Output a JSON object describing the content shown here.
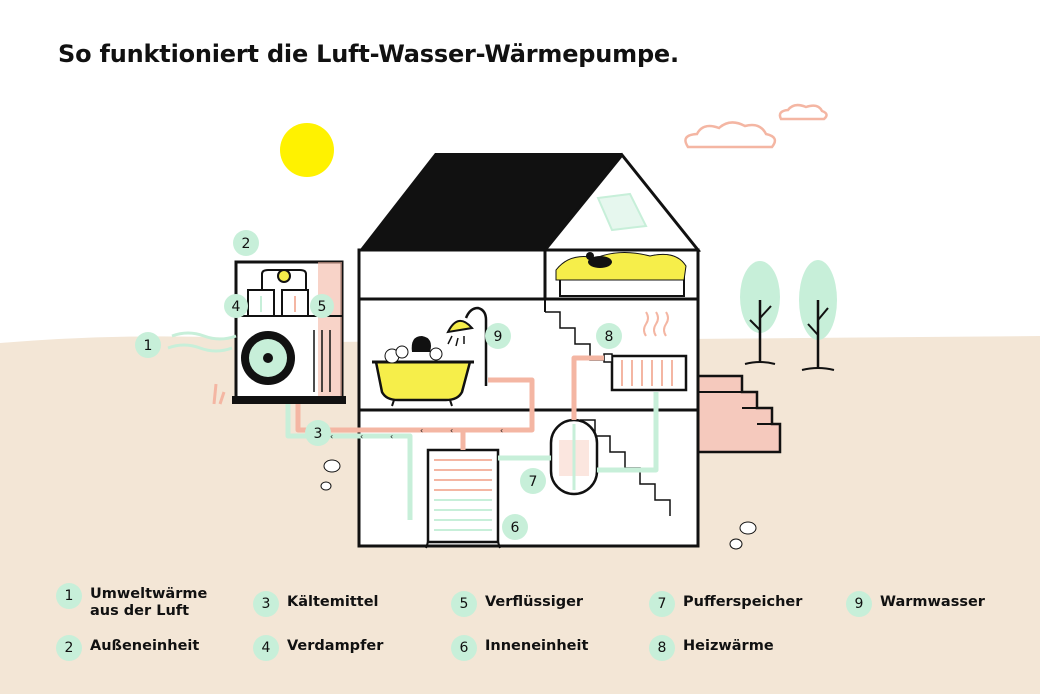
{
  "title": "So funktioniert die Luft-Wasser-Wärmepumpe.",
  "colors": {
    "ground": "#f3e6d6",
    "mint": "#c7efd9",
    "mint_dark": "#98dcb6",
    "peach": "#f4b6a3",
    "sun": "#fff200",
    "yellow": "#f6ee4a",
    "ink": "#111111",
    "steps": "#f5c9bd"
  },
  "markers": [
    "1",
    "2",
    "3",
    "4",
    "5",
    "6",
    "7",
    "8",
    "9"
  ],
  "legend": [
    {
      "number": "1",
      "label": "Umweltwärme aus der Luft"
    },
    {
      "number": "2",
      "label": "Außeneinheit"
    },
    {
      "number": "3",
      "label": "Kältemittel"
    },
    {
      "number": "4",
      "label": "Verdampfer"
    },
    {
      "number": "5",
      "label": "Verflüssiger"
    },
    {
      "number": "6",
      "label": "Inneneinheit"
    },
    {
      "number": "7",
      "label": "Pufferspeicher"
    },
    {
      "number": "8",
      "label": "Heizwärme"
    },
    {
      "number": "9",
      "label": "Warmwasser"
    }
  ]
}
